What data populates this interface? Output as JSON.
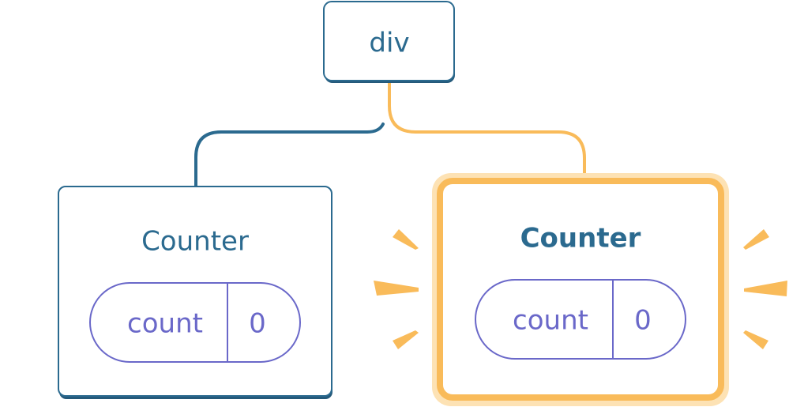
{
  "colors": {
    "primary": "#2b6a8f",
    "primary_dark": "#24597a",
    "highlight": "#f9bb5a",
    "highlight_glow": "#fde2b4",
    "state": "#6a68c9"
  },
  "root": {
    "label": "div"
  },
  "children": [
    {
      "label": "Counter",
      "highlighted": false,
      "state": {
        "name": "count",
        "value": "0"
      }
    },
    {
      "label": "Counter",
      "highlighted": true,
      "state": {
        "name": "count",
        "value": "0"
      }
    }
  ]
}
